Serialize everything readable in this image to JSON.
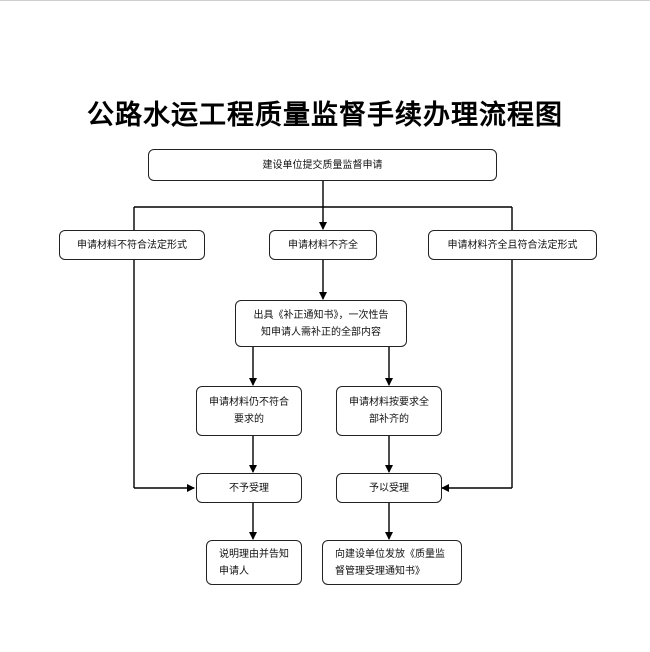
{
  "title": "公路水运工程质量监督手续办理流程图",
  "nodes": {
    "start": "建设单位提交质量监督申请",
    "nonconforming_form": "申请材料不符合法定形式",
    "incomplete": "申请材料不齐全",
    "complete_conforming": "申请材料齐全且符合法定形式",
    "correction_notice": "出具《补正通知书》，一次性告知申请人需补正的全部内容",
    "still_nonconforming": "申请材料仍不符合要求的",
    "supplemented": "申请材料按要求全部补齐的",
    "reject": "不予受理",
    "accept": "予以受理",
    "explain_reason": "说明理由并告知申请人",
    "issue_notice": "向建设单位发放《质量监督管理受理通知书》"
  }
}
